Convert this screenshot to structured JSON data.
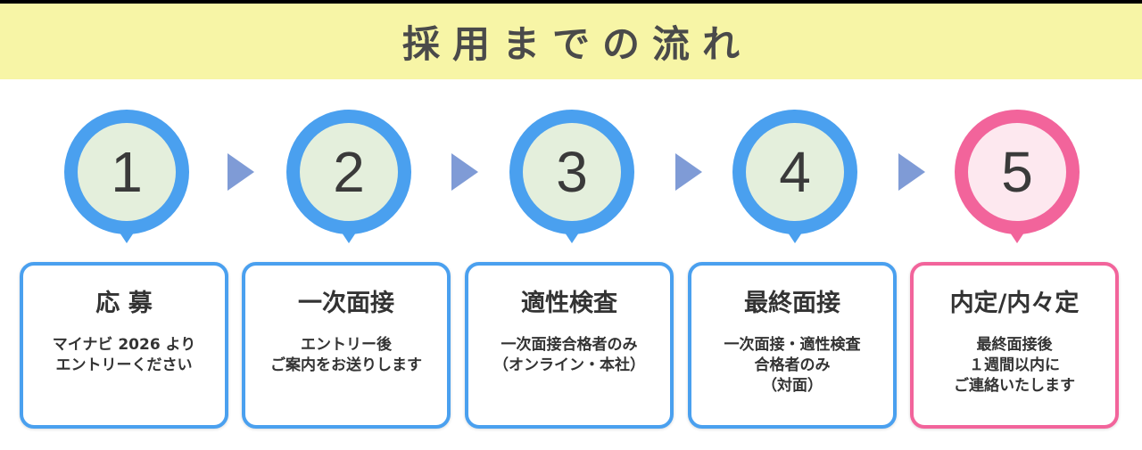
{
  "title": "採用までの流れ",
  "colors": {
    "blue": "#4aa0ef",
    "pink": "#f2649b",
    "circle_fill": "#e4efdc",
    "pink_fill": "#fde8ef",
    "arrow": "#7f9bd6",
    "banner": "#f7f5a6"
  },
  "steps": [
    {
      "number": "1",
      "title": "応 募",
      "lines": [
        "マイナビ 2026 より",
        "エントリーください"
      ]
    },
    {
      "number": "2",
      "title": "一次面接",
      "lines": [
        "エントリー後",
        "ご案内をお送りします"
      ]
    },
    {
      "number": "3",
      "title": "適性検査",
      "lines": [
        "一次面接合格者のみ",
        "（オンライン・本社）"
      ]
    },
    {
      "number": "4",
      "title": "最終面接",
      "lines": [
        "一次面接・適性検査",
        "合格者のみ",
        "（対面）"
      ]
    },
    {
      "number": "5",
      "title": "内定/内々定",
      "lines": [
        "最終面接後",
        "１週間以内に",
        "ご連絡いたします"
      ]
    }
  ]
}
